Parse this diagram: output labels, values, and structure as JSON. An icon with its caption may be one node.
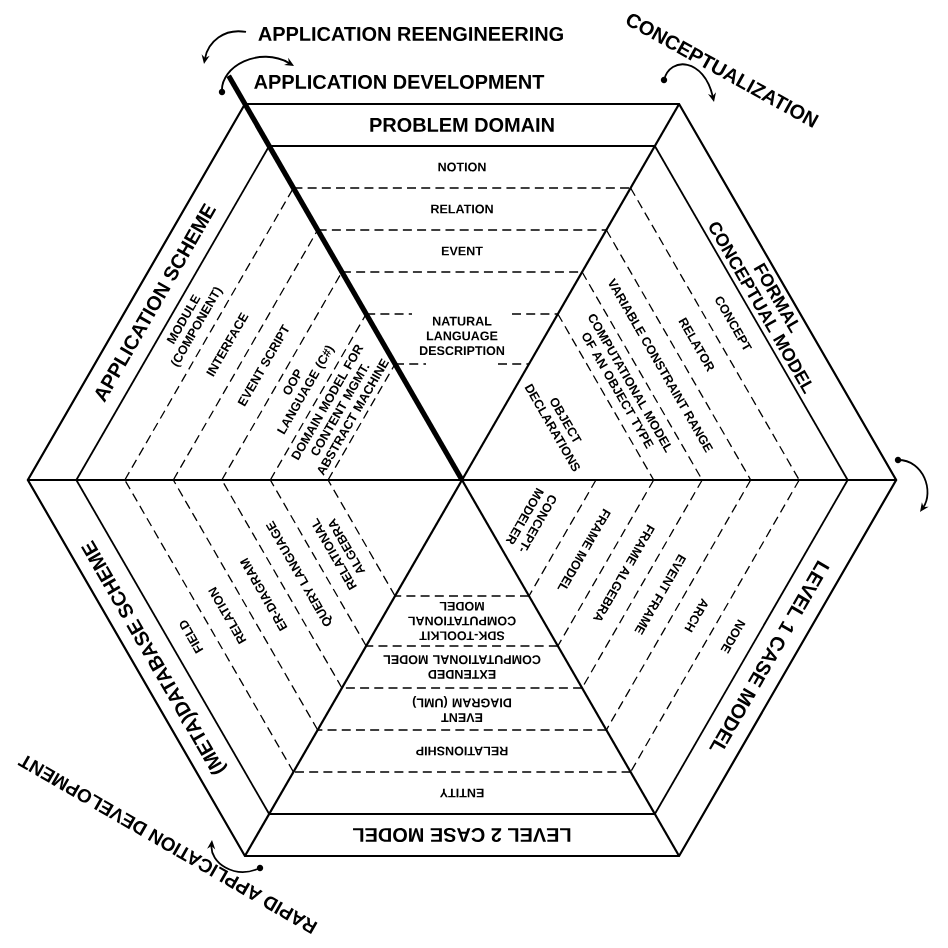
{
  "diagram": {
    "nodes": [
      {
        "text": [
          "PROBLEM DOMAIN",
          "NOTION",
          "RELATION",
          "EVENT",
          "NATURAL LANGUAGE DESCRIPTION",
          "FORMAL CONCEPTUAL MODEL",
          "CONCEPT",
          "RELATOR",
          "VARIABLE CONSTRAINT RANGE",
          "COMPUTATIONAL MODEL OF AN OBJECT TYPE",
          "OBJECT DECLARATIONS",
          "LEVEL 1 CASE MODEL",
          "NODE",
          "ARCH",
          "EVENT FRAME",
          "FRAME ALGEBRA",
          "FRAME MODEL",
          "CONCEPT-MODELER",
          "LEVEL 2 CASE MODEL",
          "ENTITY",
          "RELATIONSHIP",
          "EVENT DIAGRAM (UML)",
          "EXTENDED COMPUTATIONAL MODEL",
          "SDK-TOOLKIT COMPUTATIONAL MODEL",
          "(META)DATABASE SCHEME",
          "FIELD",
          "RELATION",
          "ER-DIAGRAM",
          "QUERY LANGUAGE",
          "RELATIONAL ALGEBRA",
          "APPLICATION SCHEME",
          "MODULE (COMPONENT)",
          "INTERFACE",
          "EVENT SCRIPT",
          "OOP LANGUAGE (C#)",
          "DOMAIN MODEL FOR CONTENT MGMT. ABSTRACT MACHINE"
        ]
      }
    ],
    "labels": [
      "APPLICATION REENGINEERING",
      "CONCEPTUALIZATION",
      "APPLICATION DEVELOPMENT",
      "RAPID APPLICATION DEVELOPMENT"
    ]
  }
}
